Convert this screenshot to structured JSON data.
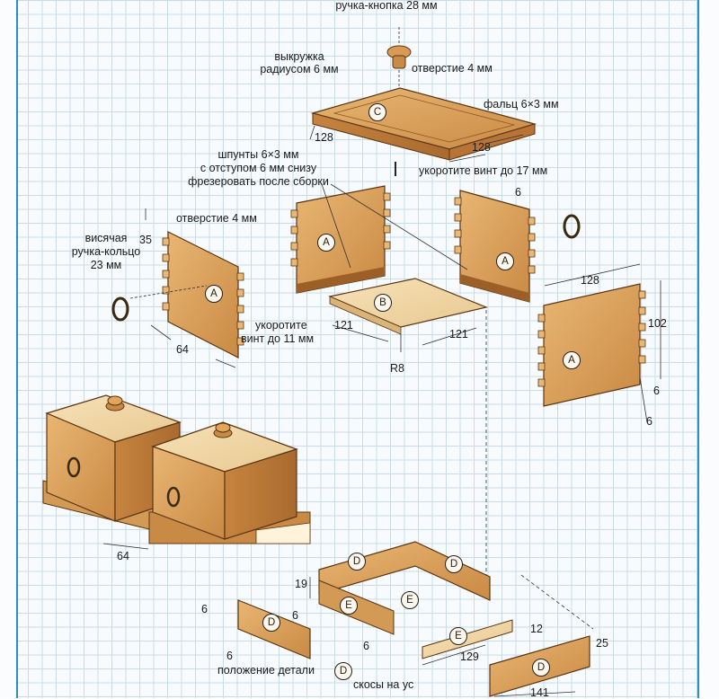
{
  "annotations": {
    "knob": "ручка-кнопка 28 мм",
    "cove_line1": "выкружка",
    "cove_line2": "радиусом 6 мм",
    "hole_top": "отверстие 4 мм",
    "rabbet": "фальц 6×3 мм",
    "shorten_17": "укоротите винт до 17 мм",
    "grooves_line1": "шпунты 6×3 мм",
    "grooves_line2": "с отступом 6 мм снизу",
    "grooves_line3": "фрезеровать после сборки",
    "hole_side": "отверстие 4 мм",
    "ring_line1": "висячая",
    "ring_line2": "ручка-кольцо",
    "ring_line3": "23 мм",
    "shorten_11_line1": "укоротите",
    "shorten_11_line2": "винт до 11 мм",
    "radius": "R8",
    "part_position": "положение детали",
    "miters": "скосы на ус"
  },
  "dimensions": {
    "lid_left": "128",
    "lid_right": "128",
    "side_top": "35",
    "side_width": "64",
    "back_gap": "6",
    "bottom_left": "121",
    "bottom_right": "121",
    "front_width": "128",
    "front_height": "102",
    "front_offset1": "6",
    "front_offset2": "6",
    "box_depth": "64",
    "base_height": "19",
    "base_d_w": "6",
    "base_d_h": "6",
    "base_d_len": "6",
    "strip_e_len": "129",
    "strip_e_h": "12",
    "strip_e_t": "6",
    "rail_len": "141",
    "rail_h": "25"
  },
  "part_tags": {
    "lid": "C",
    "bottom": "B",
    "side": "A",
    "base": "D",
    "strip": "E"
  }
}
